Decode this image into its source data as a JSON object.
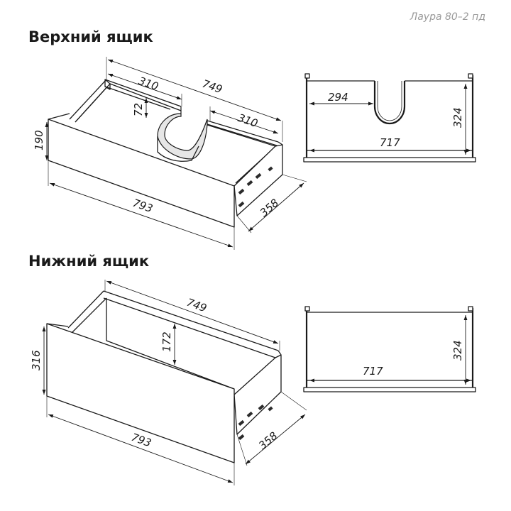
{
  "model_label": "Лаура 80–2 пд",
  "upper_drawer": {
    "title": "Верхний ящик",
    "dims": {
      "depth_top": "749",
      "left_section": "310",
      "right_section": "310",
      "cutout_depth": "72",
      "height": "190",
      "front_width": "793",
      "side_depth": "358"
    },
    "top_view": {
      "cutout_width": "294",
      "inner_width": "717",
      "inner_depth": "324"
    }
  },
  "lower_drawer": {
    "title": "Нижний ящик",
    "dims": {
      "depth_top": "749",
      "inner_height": "172",
      "height": "316",
      "front_width": "793",
      "side_depth": "358"
    },
    "top_view": {
      "inner_width": "717",
      "inner_depth": "324"
    }
  }
}
